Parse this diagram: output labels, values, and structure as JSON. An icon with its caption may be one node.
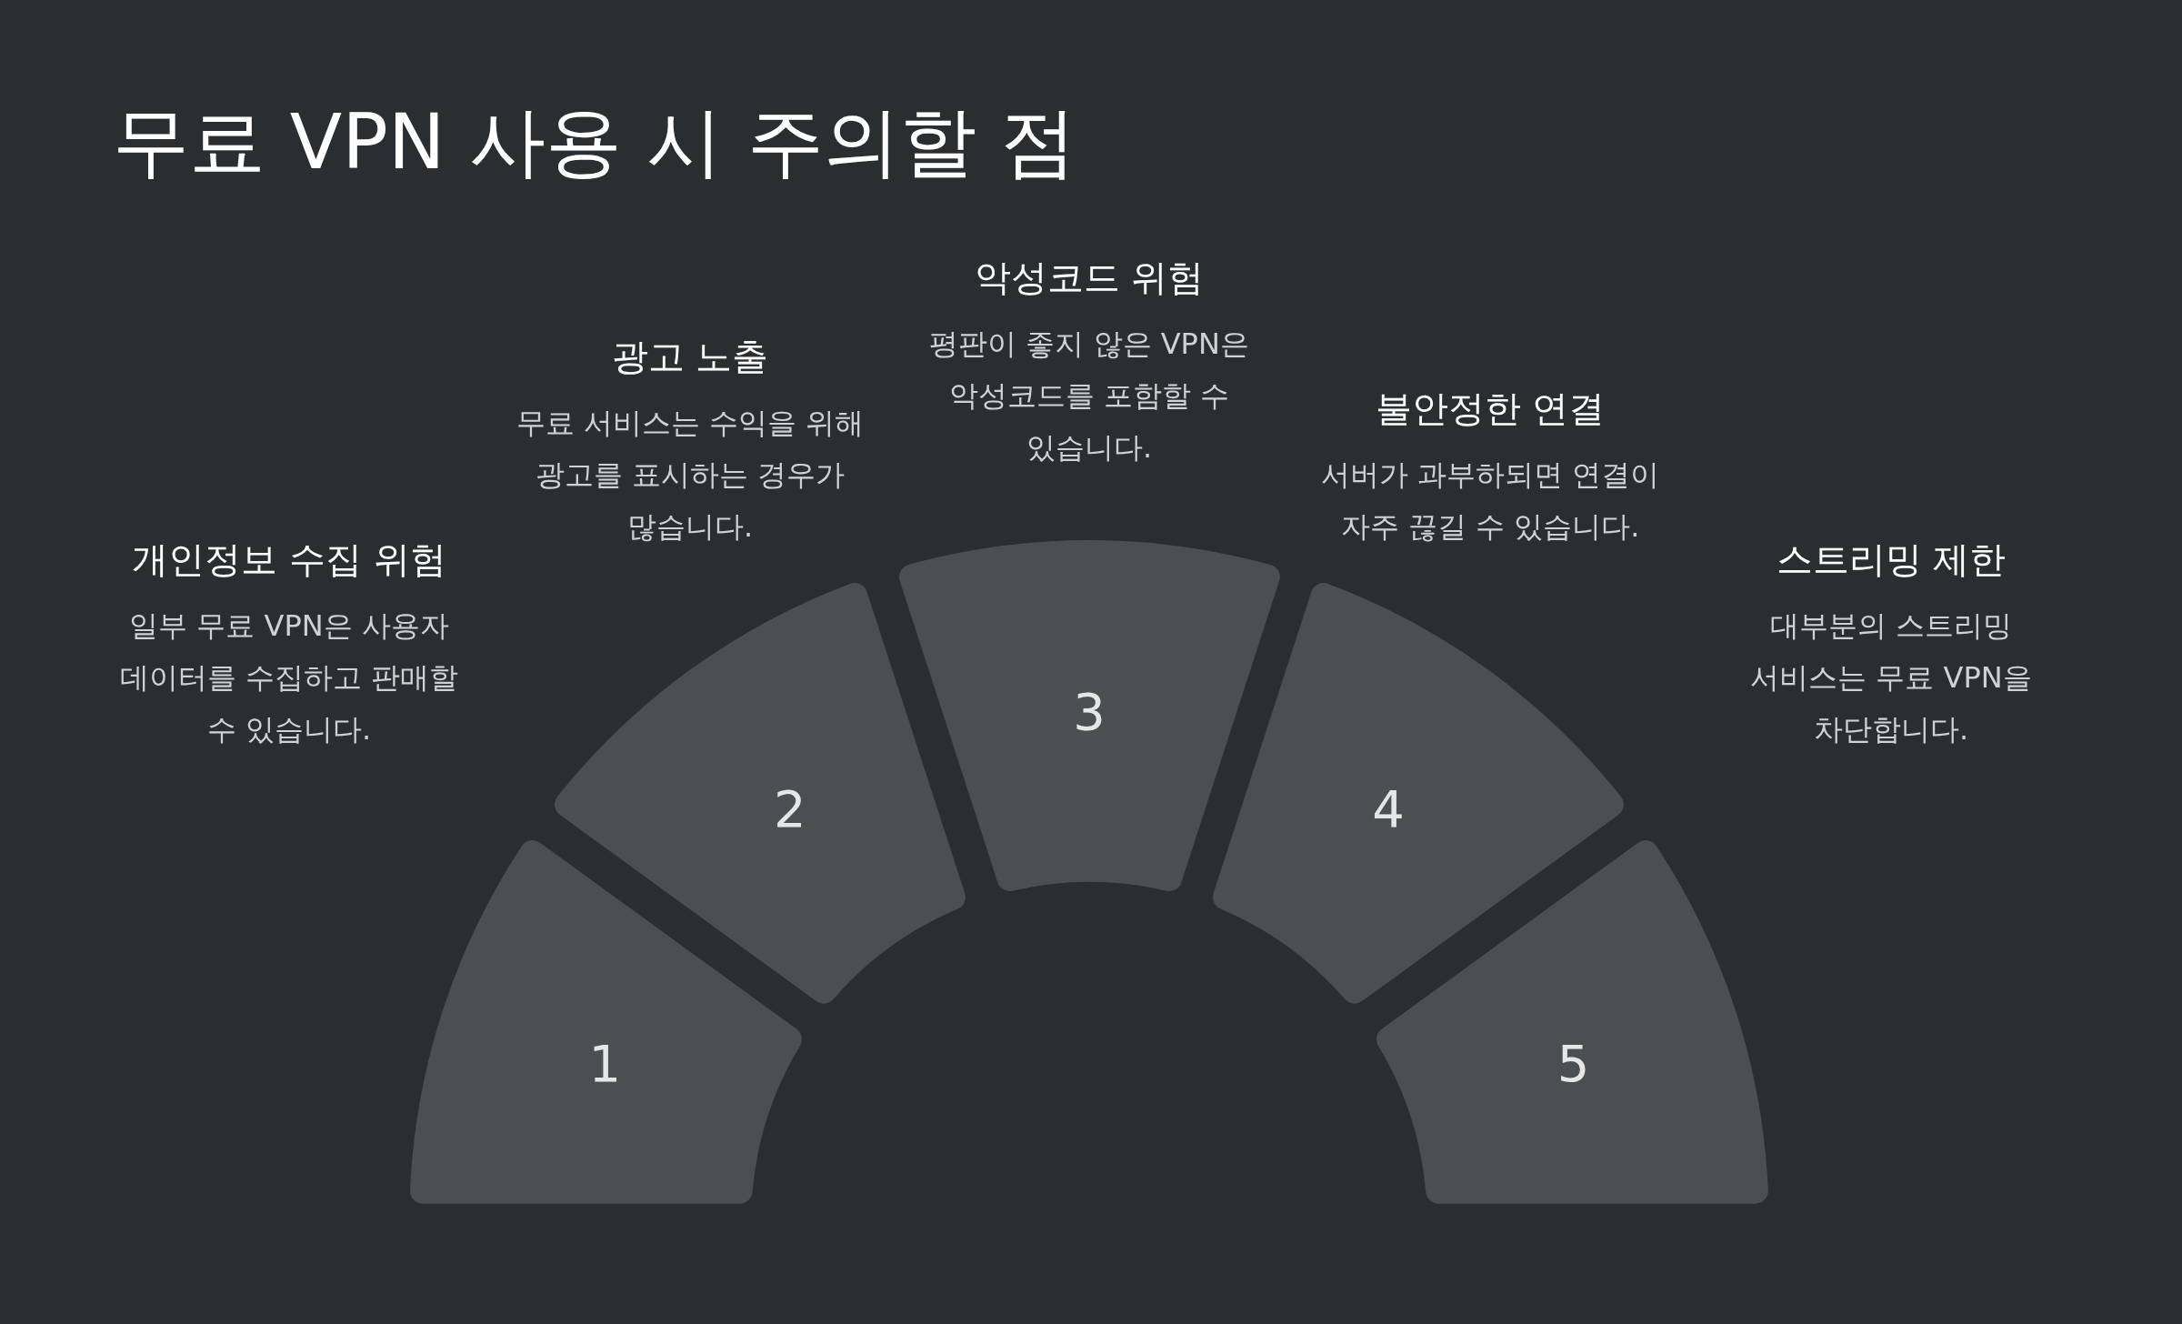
{
  "diagram": {
    "title": "무료 VPN 사용 시 주의할 점",
    "nodes": [
      {
        "text": [
          "1"
        ],
        "beside": [
          "개인정보 수집 위험",
          "일부 무료 VPN은 사용자 데이터를 수집하고 판매할 수 있습니다."
        ]
      },
      {
        "text": [
          "2"
        ],
        "beside": [
          "광고 노출",
          "무료 서비스는 수익을 위해 광고를 표시하는 경우가 많습니다."
        ]
      },
      {
        "text": [
          "3"
        ],
        "beside": [
          "악성코드 위험",
          "평판이 좋지 않은 VPN은 악성코드를 포함할 수 있습니다."
        ]
      },
      {
        "text": [
          "4"
        ],
        "beside": [
          "불안정한 연결",
          "서버가 과부하되면 연결이 자주 끊길 수 있습니다."
        ]
      },
      {
        "text": [
          "5"
        ],
        "beside": [
          "스트리밍 제한",
          "대부분의 스트리밍 서비스는 무료 VPN을 차단합니다."
        ]
      }
    ]
  }
}
